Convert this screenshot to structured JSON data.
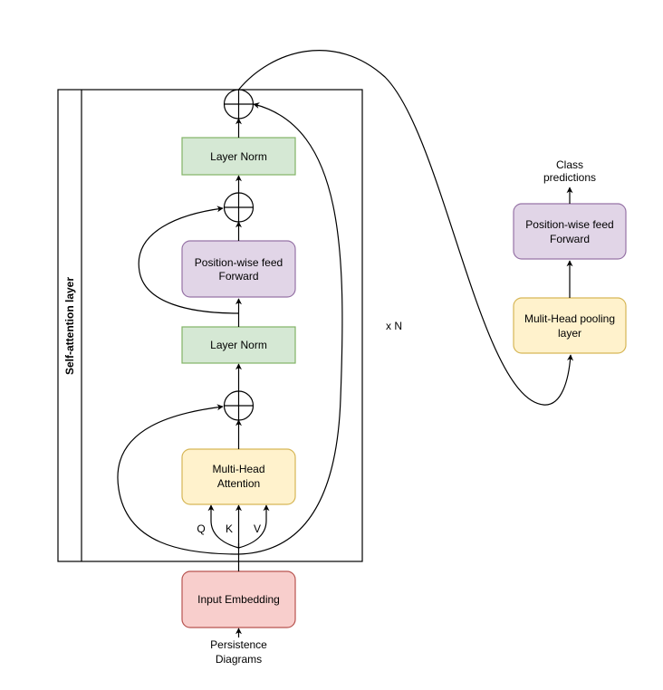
{
  "nodes": {
    "input_embedding": {
      "label": "Input Embedding"
    },
    "multi_head_attention": {
      "line1": "Multi-Head",
      "line2": "Attention"
    },
    "layer_norm_1": {
      "label": "Layer Norm"
    },
    "feed_forward": {
      "line1": "Position-wise feed",
      "line2": "Forward"
    },
    "layer_norm_2": {
      "label": "Layer Norm"
    },
    "pooling": {
      "line1": "Mulit-Head pooling",
      "line2": "layer"
    },
    "feed_forward_out": {
      "line1": "Position-wise feed",
      "line2": "Forward"
    }
  },
  "labels": {
    "input_line1": "Persistence",
    "input_line2": "Diagrams",
    "output_line1": "Class",
    "output_line2": "predictions",
    "q": "Q",
    "k": "K",
    "v": "V",
    "repeat": "x N",
    "block_title": "Self-attention layer"
  },
  "colors": {
    "green_fill": "#d5e8d4",
    "green_stroke": "#82b366",
    "purple_fill": "#e1d5e7",
    "purple_stroke": "#9673a6",
    "yellow_fill": "#fff2cc",
    "yellow_stroke": "#d6b656",
    "red_fill": "#f8cecc",
    "red_stroke": "#b85450"
  }
}
